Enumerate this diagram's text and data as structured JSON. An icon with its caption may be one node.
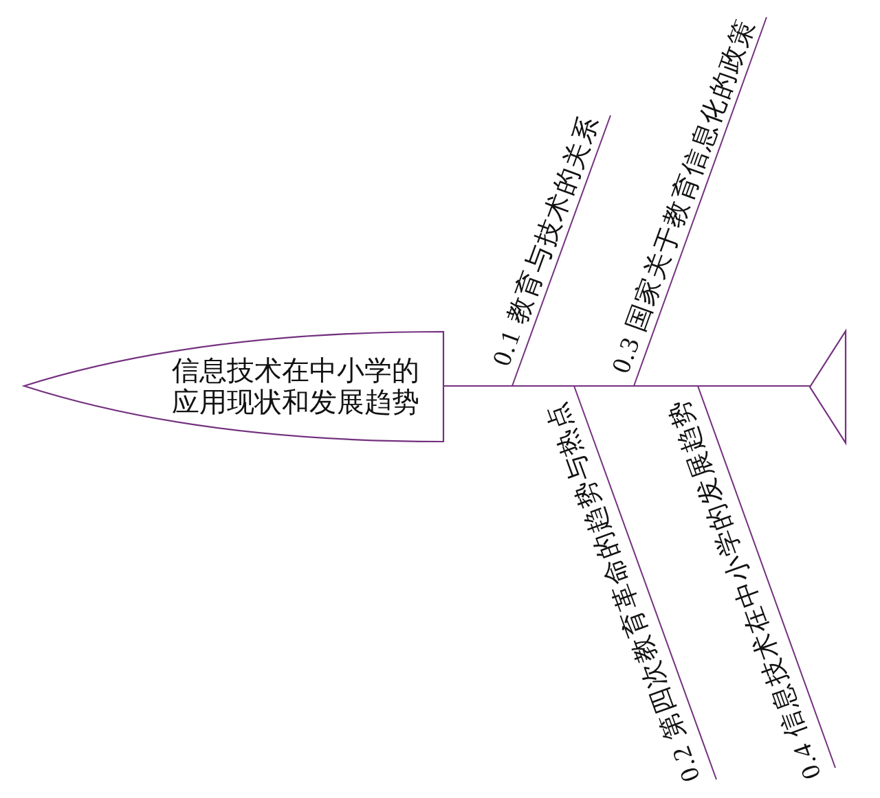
{
  "diagram": {
    "nodes": [
      {
        "text": [
          "信息技术在中小学的应用现状和发展趋势"
        ]
      },
      {
        "text": [],
        "shape": "triangle"
      }
    ],
    "edges": [
      {
        "from": 0,
        "to": 1,
        "arrow": "none"
      }
    ],
    "labels": [
      "0.1 教育与技术的关系",
      "0.3 国家关于教育信息化的政策",
      "0.2 第四次教育革命的趋势与热点",
      "0.4 信息技术在中小学的发展趋势"
    ]
  }
}
